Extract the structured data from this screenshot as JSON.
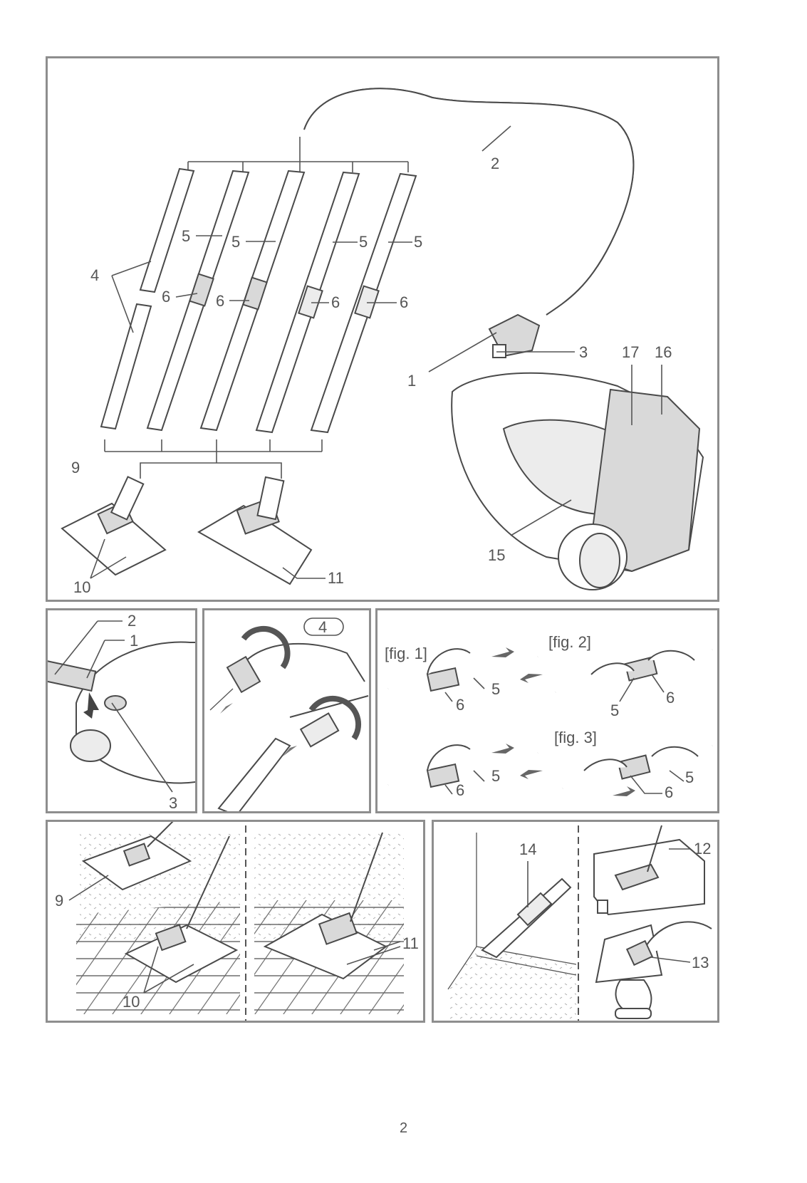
{
  "main_panel": {
    "labels": {
      "hose": "2",
      "hose_handle": "1",
      "suction_regulator": "3",
      "tubes": "4",
      "telescopic_tube_1": "5",
      "telescopic_tube_2": "5",
      "telescopic_tube_3": "5",
      "telescopic_tube_4": "5",
      "release_button_1": "6",
      "release_button_2": "6",
      "release_button_3": "6",
      "release_button_4": "6",
      "floor_nozzle": "9",
      "switch": "10",
      "combi_nozzle": "11",
      "cover_15": "15",
      "cover_16": "16",
      "indicator_17": "17"
    }
  },
  "panel_connect_hose": {
    "labels": {
      "hose": "2",
      "handle": "1",
      "inlet": "3"
    }
  },
  "panel_attach_tube": {
    "badge": "4"
  },
  "panel_telescopic": {
    "fig1": "[fig. 1]",
    "fig2": "[fig. 2]",
    "fig3": "[fig. 3]",
    "labels": {
      "f1_top_tube": "5",
      "f1_top_button": "6",
      "f2_tube": "5",
      "f2_button": "6",
      "f1_bottom_tube": "5",
      "f1_bottom_button": "6",
      "f3_tube": "5",
      "f3_button": "6"
    }
  },
  "panel_floor_use": {
    "labels": {
      "floor_nozzle": "9",
      "switch": "10",
      "combi_nozzle": "11"
    }
  },
  "panel_accessories": {
    "labels": {
      "crevice": "14",
      "upholstery": "12",
      "brush": "13"
    }
  },
  "page_number": "2"
}
